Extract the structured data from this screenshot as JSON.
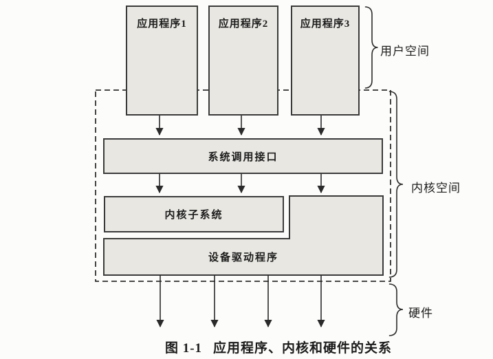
{
  "figure": {
    "caption_prefix": "图 1-1",
    "caption_title": "应用程序、内核和硬件的关系"
  },
  "app_boxes": [
    {
      "label": "应用程序1"
    },
    {
      "label": "应用程序2"
    },
    {
      "label": "应用程序3"
    }
  ],
  "kernel_boxes": {
    "syscall_interface": "系统调用接口",
    "kernel_subsystem": "内核子系统",
    "device_drivers": "设备驱动程序"
  },
  "region_labels": {
    "user_space": "用户空间",
    "kernel_space": "内核空间",
    "hardware": "硬件"
  },
  "colors": {
    "box_fill": "#e8e7e2",
    "box_border": "#3a3a3a",
    "line": "#2a2a2a",
    "page_bg": "#fcfcfa"
  }
}
